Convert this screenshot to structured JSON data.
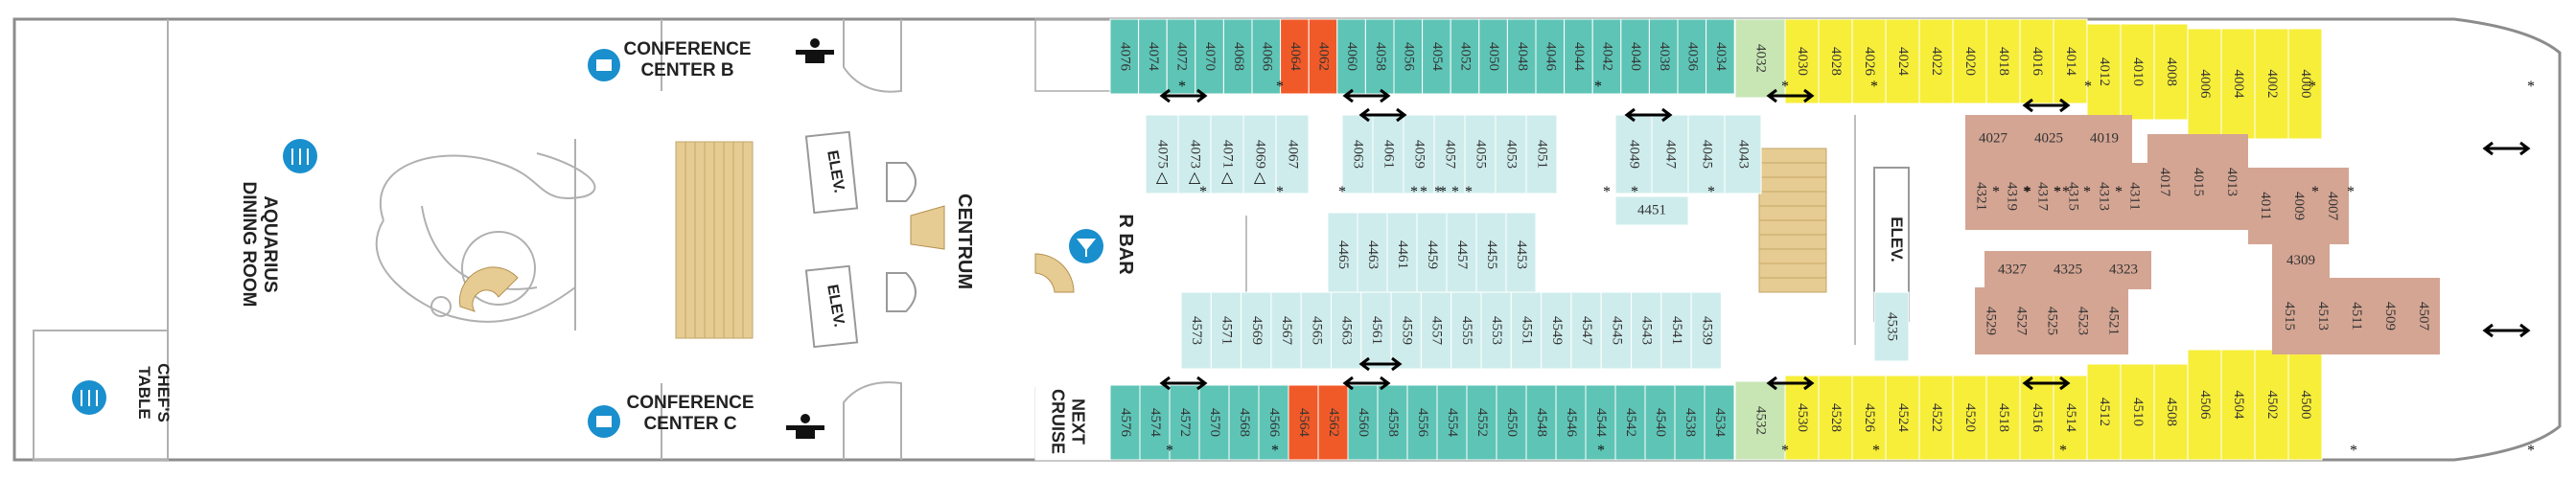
{
  "colors": {
    "teal": "#5ec4b6",
    "orange": "#f05a28",
    "lightblue": "#cfecec",
    "lightgreen": "#c8e6b4",
    "yellow": "#f7ee3a",
    "brown": "#d4a593",
    "tan": "#e6cc92",
    "outline": "#9a9a9a",
    "icon_blue": "#1a8fcd"
  },
  "venues": {
    "conference_b": "CONFERENCE\nCENTER B",
    "conference_c": "CONFERENCE\nCENTER C",
    "aquarius": "AQUARIUS\nDINING ROOM",
    "chefs_table": "CHEF'S\nTABLE",
    "centrum": "CENTRUM",
    "r_bar": "R BAR",
    "next_cruise": "NEXT\nCRUISE",
    "elev": "ELEV."
  },
  "cabins": {
    "top_teal": [
      "4076",
      "4074",
      "4072",
      "4070",
      "4068",
      "4066",
      "4064",
      "4062",
      "4060",
      "4058",
      "4056",
      "4054",
      "4052",
      "4050",
      "4048",
      "4046",
      "4044",
      "4042",
      "4040",
      "4038",
      "4036",
      "4034"
    ],
    "top_green": [
      "4032"
    ],
    "top_yellow": [
      "4030",
      "4028",
      "4026",
      "4024",
      "4022",
      "4020",
      "4018",
      "4016",
      "4014",
      "4012",
      "4010",
      "4008",
      "4006",
      "4004",
      "4002",
      "4000"
    ],
    "bottom_teal": [
      "4576",
      "4574",
      "4572",
      "4570",
      "4568",
      "4566",
      "4564",
      "4562",
      "4560",
      "4558",
      "4556",
      "4554",
      "4552",
      "4550",
      "4548",
      "4546",
      "4544",
      "4542",
      "4540",
      "4538",
      "4534"
    ],
    "bottom_green": [
      "4532"
    ],
    "bottom_yellow": [
      "4530",
      "4528",
      "4526",
      "4524",
      "4522",
      "4520",
      "4518",
      "4516",
      "4514",
      "4512",
      "4510",
      "4508",
      "4506",
      "4504",
      "4502",
      "4500"
    ],
    "inner_top_a": [
      "4075",
      "4073",
      "4071",
      "4069",
      "4067"
    ],
    "inner_top_a_marks": [
      "△",
      "△",
      "△",
      "△",
      ""
    ],
    "inner_top_b": [
      "4063",
      "4061",
      "4059",
      "4057",
      "4055",
      "4053",
      "4051"
    ],
    "inner_top_c": [
      "4049",
      "4047",
      "4045",
      "4043"
    ],
    "inner_mid": [
      "4465",
      "4463",
      "4461",
      "4459",
      "4457",
      "4455",
      "4453"
    ],
    "inner_4451": "4451",
    "inner_bottom": [
      "4573",
      "4571",
      "4569",
      "4567",
      "4565",
      "4563",
      "4561",
      "4559",
      "4557",
      "4555",
      "4553",
      "4551",
      "4549",
      "4547",
      "4545",
      "4543",
      "4541",
      "4539"
    ],
    "inner_4535": "4535",
    "brown_top_row": [
      "4027",
      "4025",
      "4019"
    ],
    "brown_mid_row": [
      "4321",
      "4319",
      "4317",
      "4315",
      "4313",
      "4311"
    ],
    "brown_right_vert": [
      "4017",
      "4015",
      "4013",
      "4011",
      "4009",
      "4007"
    ],
    "brown_lower_top": [
      "4327",
      "4325",
      "4323"
    ],
    "brown_lower_bottom": [
      "4529",
      "4527",
      "4525",
      "4523",
      "4521"
    ],
    "brown_right_lower": [
      "4309",
      "4515",
      "4513",
      "4511",
      "4509",
      "4507"
    ]
  }
}
